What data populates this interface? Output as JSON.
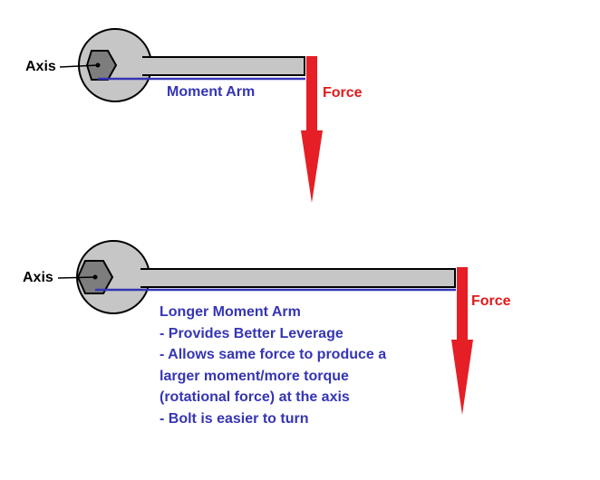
{
  "colors": {
    "wrench_fill": "#c6c6c6",
    "hex_fill": "#7d7d7d",
    "outline": "#000000",
    "moment_arm_line": "#3535b5",
    "force_arrow": "#e61e25",
    "text_blue": "#3535b5",
    "text_red": "#e01b1b"
  },
  "top_wrench": {
    "axis_label": "Axis",
    "moment_arm_label": "Moment Arm",
    "force_label": "Force"
  },
  "bottom_wrench": {
    "axis_label": "Axis",
    "force_label": "Force",
    "notes": [
      "Longer Moment Arm",
      "- Provides Better Leverage",
      "- Allows same force to produce a",
      "larger moment/more torque",
      "(rotational force) at the axis",
      "- Bolt is easier to turn"
    ]
  }
}
